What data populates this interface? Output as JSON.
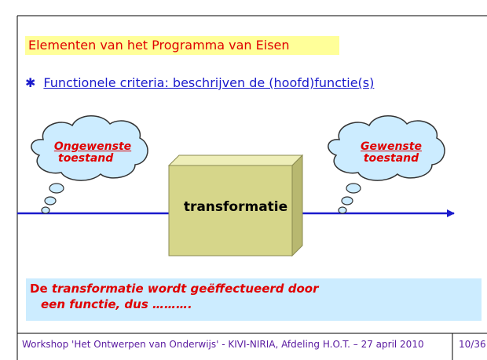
{
  "title": "Elementen van het Programma van Eisen",
  "bullet": {
    "symbol": "✱",
    "text": "Functionele criteria:  beschrijven de (hoofd)functie(s)"
  },
  "cloud_left": {
    "line1": "Ongewenste",
    "line2": "toestand"
  },
  "cloud_right": {
    "line1": "Gewenste",
    "line2": "toestand"
  },
  "box_label": "transformatie",
  "note": {
    "part1": "De ",
    "part2": "transformatie wordt geëffectueerd door",
    "line2": "een functie, dus ………."
  },
  "footer": "Workshop 'Het Ontwerpen van Onderwijs' - KIVI-NIRIA, Afdeling H.O.T. – 27 april 2010",
  "page_number": "10/36",
  "colors": {
    "title_bg": "#ffff99",
    "note_bg": "#ccecff",
    "red": "#e00000",
    "blue": "#1a1acc",
    "box": "#d6d68a"
  }
}
